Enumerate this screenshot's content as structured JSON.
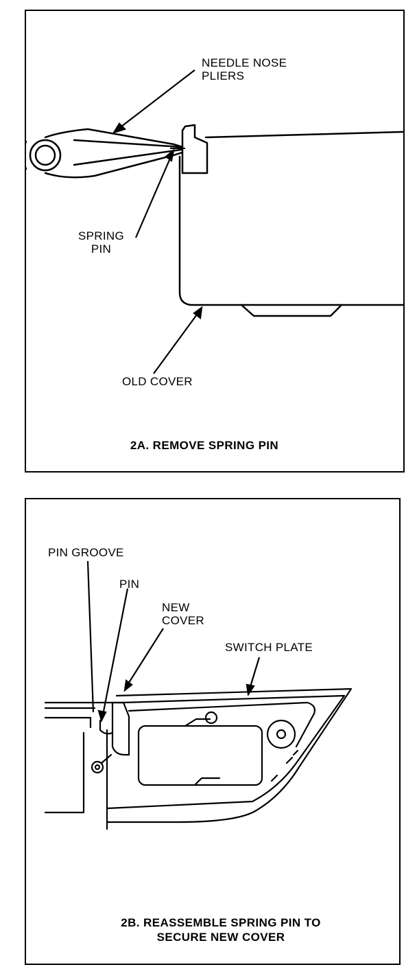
{
  "panel_a": {
    "labels": {
      "needle_nose_pliers": "NEEDLE NOSE\nPLIERS",
      "spring_pin": "SPRING\nPIN",
      "old_cover": "OLD COVER"
    },
    "caption": "2A.  REMOVE SPRING PIN"
  },
  "panel_b": {
    "labels": {
      "pin_groove": "PIN GROOVE",
      "pin": "PIN",
      "new_cover": "NEW\nCOVER",
      "switch_plate": "SWITCH PLATE"
    },
    "caption": "2B.  REASSEMBLE SPRING PIN TO\nSECURE NEW COVER"
  }
}
